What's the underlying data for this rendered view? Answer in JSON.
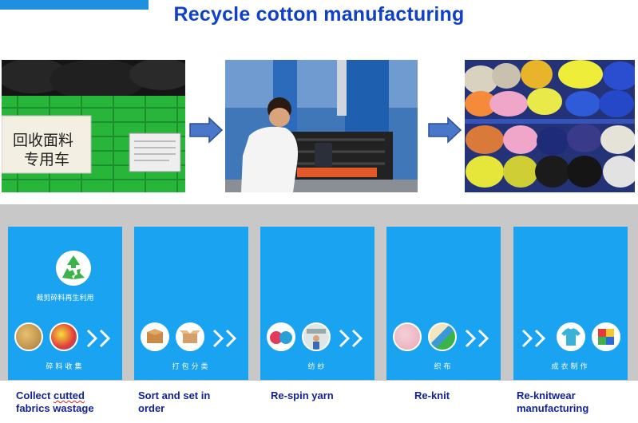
{
  "title": "Recycle cotton manufacturing",
  "photo1": {
    "sign_line1": "回收面料",
    "sign_line2": "专用车"
  },
  "recycle_caption": "裁剪碎料再生利用",
  "steps": [
    {
      "chip": "碎料收集",
      "label_part1": "Collect ",
      "label_part2": "cutted",
      "label_line2": "fabrics  wastage"
    },
    {
      "chip": "打包分类",
      "label_line1": "Sort and set in",
      "label_line2": "order"
    },
    {
      "chip": "纺纱",
      "label_line1": "Re-spin yarn"
    },
    {
      "chip": "织布",
      "label_line1": "Re-knit"
    },
    {
      "chip": "成衣制作",
      "label_line1": "Re-knitwear",
      "label_line2": "manufacturing"
    }
  ],
  "colors": {
    "title": "#1040c8",
    "card": "#1aa3f0",
    "label": "#12239a",
    "band": "#c8c8c8"
  },
  "icons": [
    "recycle-icon",
    "chevron-right-icon",
    "flow-arrow-icon"
  ]
}
